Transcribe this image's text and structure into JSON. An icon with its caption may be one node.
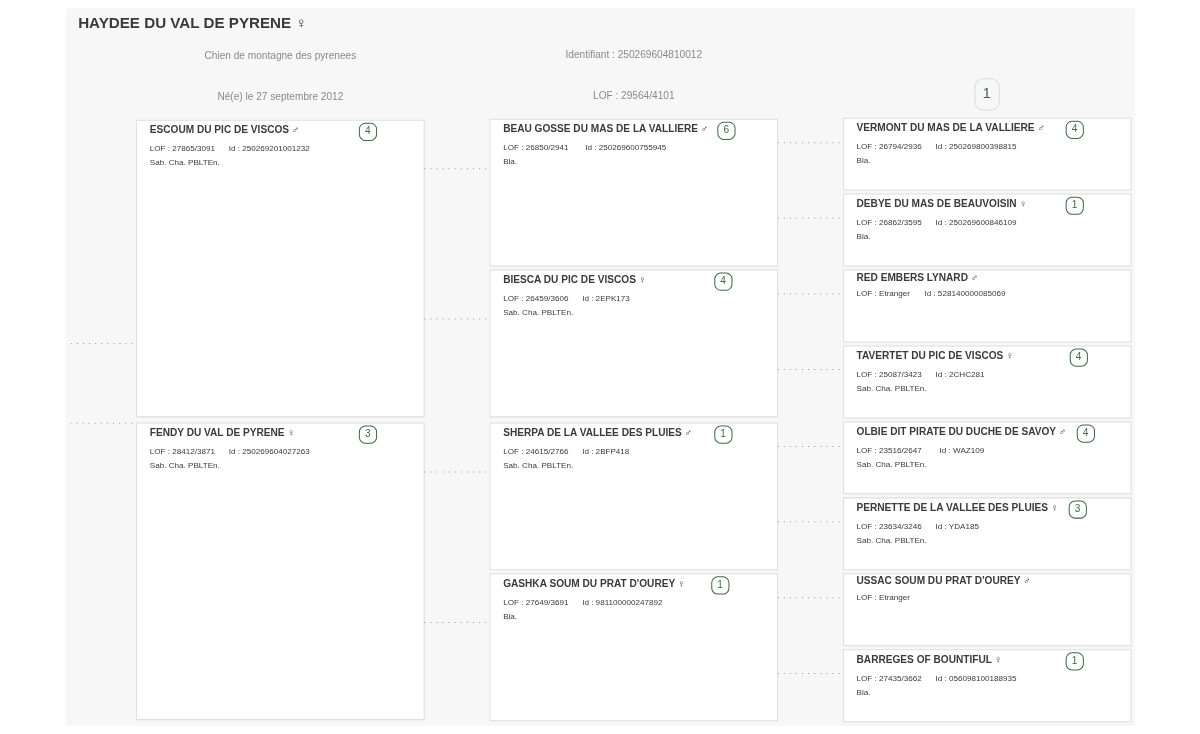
{
  "diagram": {
    "title": "HAYDEE DU VAL DE PYRENE ♀",
    "nodes": [
      {
        "text": [
          "ESCOUM DU PIC DE VISCOS ♂",
          "LOF : 27865/3091",
          "Id : 250269201001232",
          "Sab. Cha. PBLTEn.",
          "4"
        ]
      },
      {
        "text": [
          "FENDY DU VAL DE PYRENE ♀",
          "LOF : 28412/3871",
          "Id : 250269604027263",
          "Sab. Cha. PBLTEn.",
          "3"
        ]
      },
      {
        "text": [
          "BEAU GOSSE DU MAS DE LA VALLIERE ♂",
          "LOF : 26850/2941",
          "Id : 250269600755945",
          "Bla.",
          "6"
        ]
      },
      {
        "text": [
          "BIESCA DU PIC DE VISCOS ♀",
          "LOF : 26459/3606",
          "Id : 2EPK173",
          "Sab. Cha. PBLTEn.",
          "4"
        ]
      },
      {
        "text": [
          "SHERPA DE LA VALLEE DES PLUIES ♂",
          "LOF : 24615/2766",
          "Id : 2BFP418",
          "Sab. Cha. PBLTEn.",
          "1"
        ]
      },
      {
        "text": [
          "GASHKA SOUM DU PRAT D'OUREY ♀",
          "LOF : 27649/3691",
          "Id : 981100000247892",
          "Bla.",
          "1"
        ]
      },
      {
        "text": [
          "VERMONT DU MAS DE LA VALLIERE ♂",
          "LOF : 26794/2936",
          "Id : 250269800398815",
          "Bla.",
          "4"
        ]
      },
      {
        "text": [
          "DEBYE DU MAS DE BEAUVOISIN ♀",
          "LOF : 26862/3595",
          "Id : 250269600846109",
          "Bla.",
          "1"
        ]
      },
      {
        "text": [
          "RED EMBERS LYNARD ♂",
          "LOF : Etranger",
          "Id : 528140000085069"
        ]
      },
      {
        "text": [
          "TAVERTET DU PIC DE VISCOS ♀",
          "LOF : 25087/3423",
          "Id : 2CHC281",
          "Sab. Cha. PBLTEn.",
          "4"
        ]
      },
      {
        "text": [
          "OLBIE DIT PIRATE DU DUCHE DE SAVOY ♂",
          "LOF : 23516/2647",
          "Id : WAZ109",
          "Sab. Cha. PBLTEn.",
          "4"
        ]
      },
      {
        "text": [
          "PERNETTE DE LA VALLEE DES PLUIES ♀",
          "LOF : 23634/3246",
          "Id : YDA185",
          "Sab. Cha. PBLTEn.",
          "3"
        ]
      },
      {
        "text": [
          "USSAC SOUM DU PRAT D'OUREY ♂",
          "LOF : Etranger"
        ]
      },
      {
        "text": [
          "BARREGES OF BOUNTIFUL ♀",
          "LOF : 27435/3662",
          "Id : 056098100188935",
          "Bla.",
          "1"
        ]
      }
    ],
    "edges": [
      {
        "from": null,
        "to": 0,
        "arrow": "none",
        "style": "dashed"
      },
      {
        "from": null,
        "to": 1,
        "arrow": "none",
        "style": "dashed"
      },
      {
        "from": 0,
        "to": 2,
        "arrow": "none",
        "style": "dashed"
      },
      {
        "from": 0,
        "to": 3,
        "arrow": "none",
        "style": "dashed"
      },
      {
        "from": 1,
        "to": 4,
        "arrow": "none",
        "style": "dashed"
      },
      {
        "from": 1,
        "to": 5,
        "arrow": "none",
        "style": "dashed"
      },
      {
        "from": 2,
        "to": 6,
        "arrow": "none",
        "style": "dashed"
      },
      {
        "from": 2,
        "to": 7,
        "arrow": "none",
        "style": "dashed"
      },
      {
        "from": 3,
        "to": 8,
        "arrow": "none",
        "style": "dashed"
      },
      {
        "from": 3,
        "to": 9,
        "arrow": "none",
        "style": "dashed"
      },
      {
        "from": 4,
        "to": 10,
        "arrow": "none",
        "style": "dashed"
      },
      {
        "from": 4,
        "to": 11,
        "arrow": "none",
        "style": "dashed"
      },
      {
        "from": 5,
        "to": 12,
        "arrow": "none",
        "style": "dashed"
      },
      {
        "from": 5,
        "to": 13,
        "arrow": "none",
        "style": "dashed"
      }
    ],
    "labels": [
      "Chien de montagne des pyrenees",
      "Né(e) le 27 septembre 2012",
      "Identifiant : 250269604810012",
      "LOF : 29564/4101",
      "1"
    ]
  }
}
